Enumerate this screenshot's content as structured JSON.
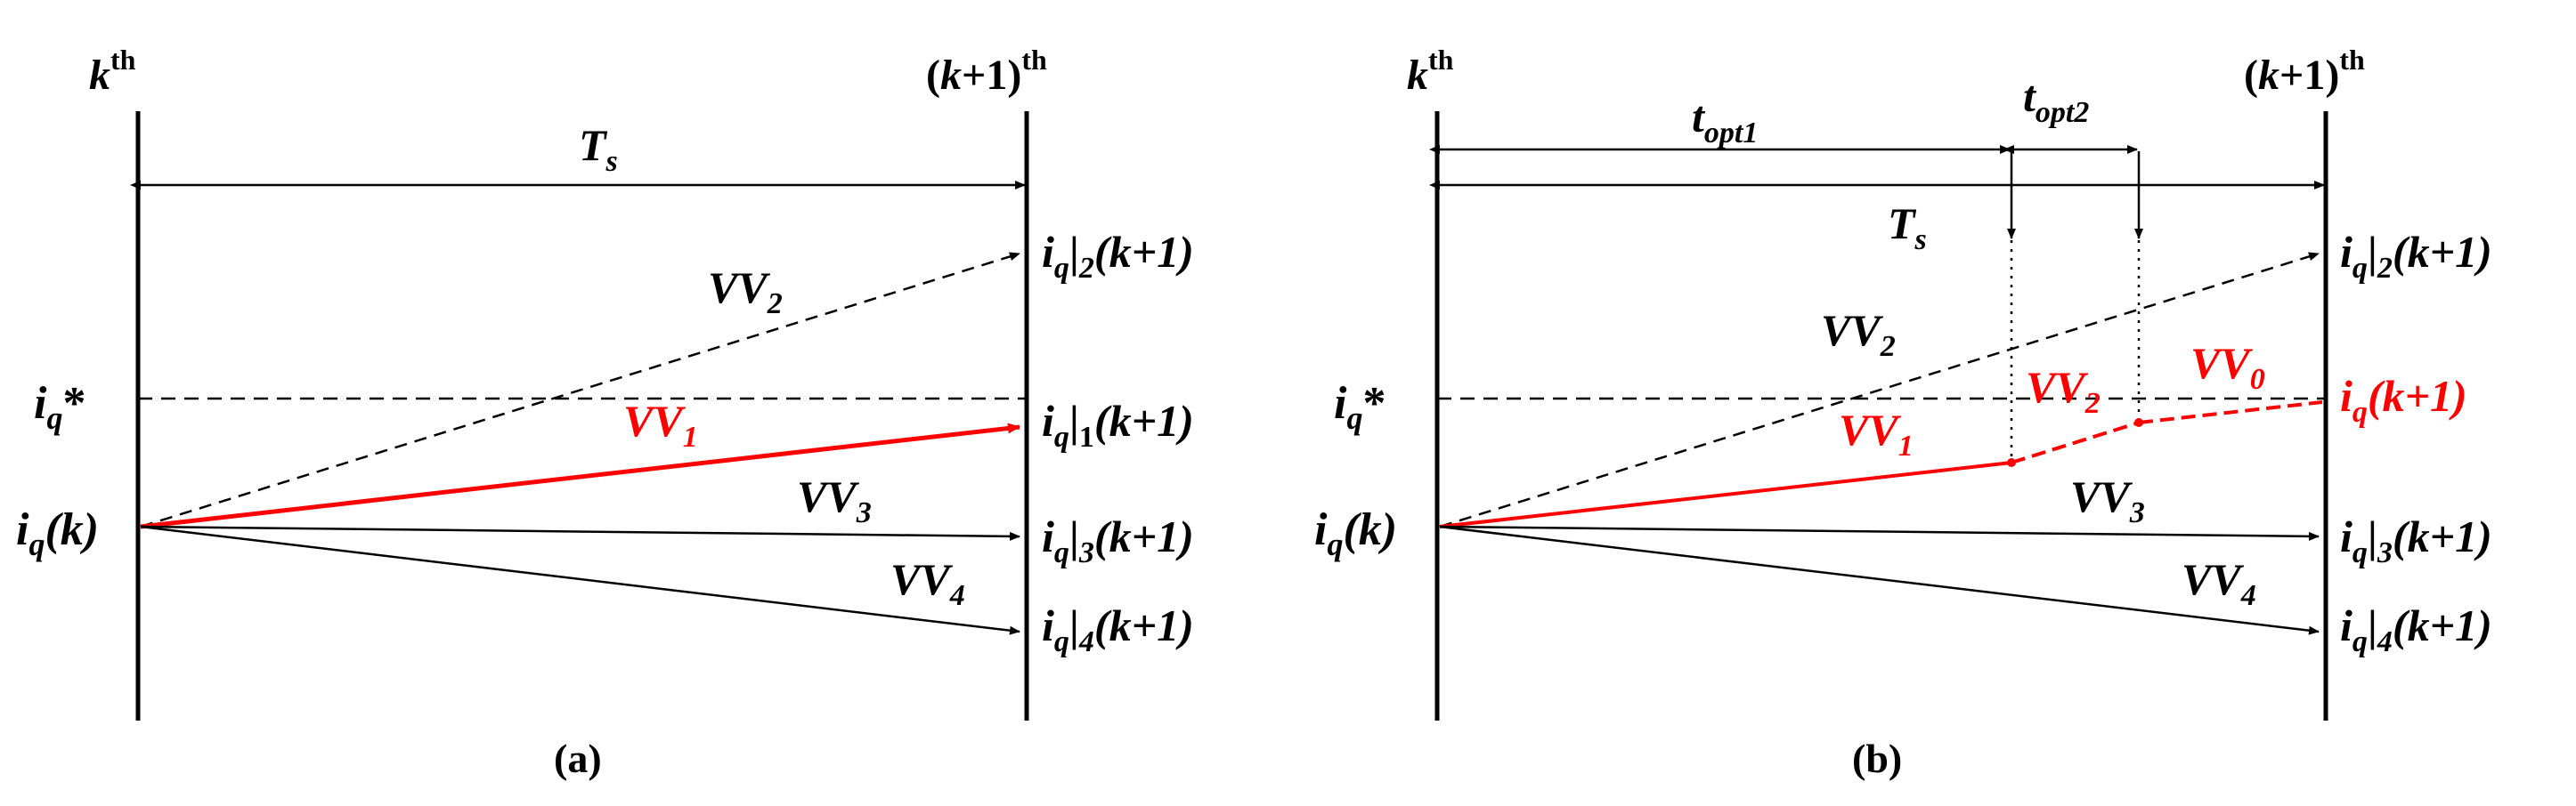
{
  "colors": {
    "ink": "#000000",
    "accent": "#ff0000"
  },
  "panels": [
    {
      "id": "a",
      "caption": "(a)",
      "left_marker": {
        "var": "k",
        "sup": "th"
      },
      "right_marker": {
        "prefix": "(",
        "var": "k",
        "suffix": "+1)",
        "sup": "th"
      },
      "period": {
        "main": "T",
        "sub": "s"
      },
      "reference": {
        "main": "i",
        "sub": "q",
        "suffix": "*"
      },
      "start": {
        "main": "i",
        "sub": "q",
        "suffix": "(k)"
      },
      "vectors": [
        {
          "label": {
            "main": "VV",
            "sub": "2"
          },
          "style": "dashed-black"
        },
        {
          "label": {
            "main": "VV",
            "sub": "1"
          },
          "style": "solid-red"
        },
        {
          "label": {
            "main": "VV",
            "sub": "3"
          },
          "style": "solid-black"
        },
        {
          "label": {
            "main": "VV",
            "sub": "4"
          },
          "style": "solid-black"
        }
      ],
      "endpoints": [
        {
          "main": "i",
          "sub": "q",
          "bar": "|",
          "idx": "2",
          "tail": "(k+1)"
        },
        {
          "main": "i",
          "sub": "q",
          "bar": "|",
          "idx": "1",
          "tail": "(k+1)"
        },
        {
          "main": "i",
          "sub": "q",
          "bar": "|",
          "idx": "3",
          "tail": "(k+1)"
        },
        {
          "main": "i",
          "sub": "q",
          "bar": "|",
          "idx": "4",
          "tail": "(k+1)"
        }
      ]
    },
    {
      "id": "b",
      "caption": "(b)",
      "left_marker": {
        "var": "k",
        "sup": "th"
      },
      "right_marker": {
        "prefix": "(",
        "var": "k",
        "suffix": "+1)",
        "sup": "th"
      },
      "period": {
        "main": "T",
        "sub": "s"
      },
      "t_opt1": {
        "main": "t",
        "sub": "opt1"
      },
      "t_opt2": {
        "main": "t",
        "sub": "opt2"
      },
      "reference": {
        "main": "i",
        "sub": "q",
        "suffix": "*"
      },
      "start": {
        "main": "i",
        "sub": "q",
        "suffix": "(k)"
      },
      "vectors": [
        {
          "label": {
            "main": "VV",
            "sub": "2"
          },
          "style": "dashed-black"
        },
        {
          "label": {
            "main": "VV",
            "sub": "1"
          },
          "style": "solid-red"
        },
        {
          "label": {
            "main": "VV",
            "sub": "2"
          },
          "style": "dashed-red"
        },
        {
          "label": {
            "main": "VV",
            "sub": "0"
          },
          "style": "dashed-red"
        },
        {
          "label": {
            "main": "VV",
            "sub": "3"
          },
          "style": "solid-black"
        },
        {
          "label": {
            "main": "VV",
            "sub": "4"
          },
          "style": "solid-black"
        }
      ],
      "endpoints": [
        {
          "main": "i",
          "sub": "q",
          "bar": "|",
          "idx": "2",
          "tail": "(k+1)"
        },
        {
          "main": "i",
          "sub": "q",
          "bar": "",
          "idx": "",
          "tail": "(k+1)",
          "color": "red"
        },
        {
          "main": "i",
          "sub": "q",
          "bar": "|",
          "idx": "3",
          "tail": "(k+1)"
        },
        {
          "main": "i",
          "sub": "q",
          "bar": "|",
          "idx": "4",
          "tail": "(k+1)"
        }
      ]
    }
  ]
}
